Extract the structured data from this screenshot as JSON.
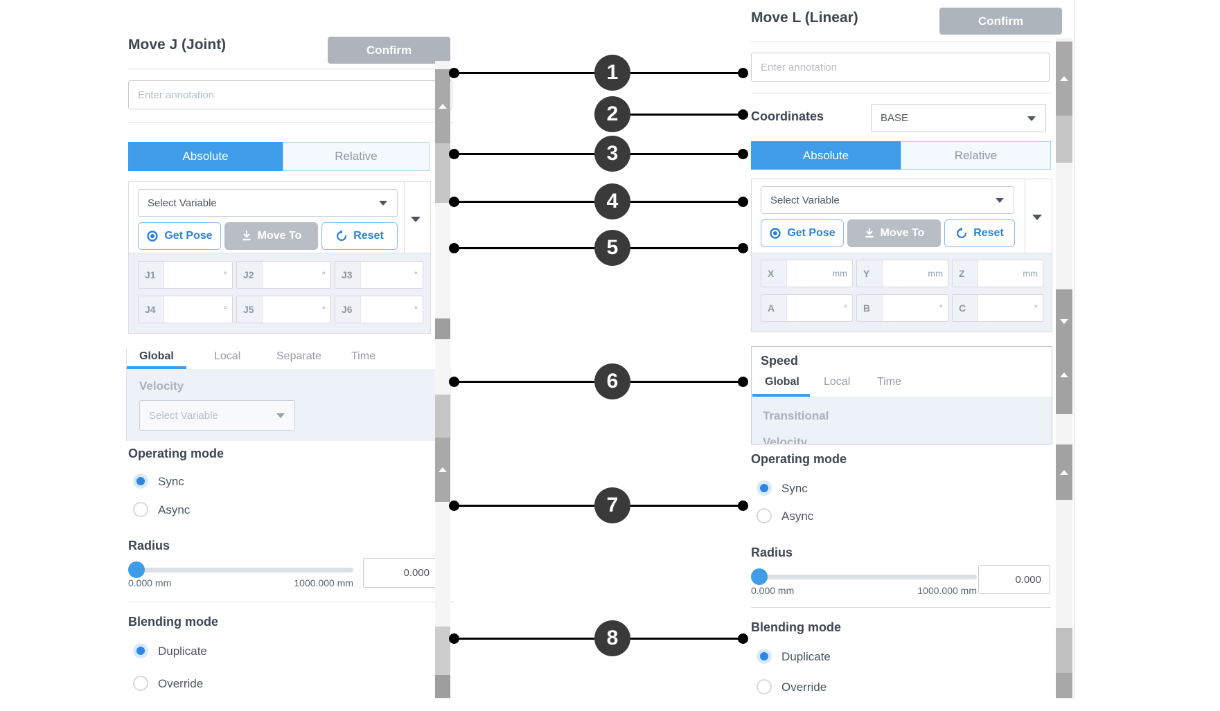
{
  "left_panel": {
    "title": "Move J (Joint)",
    "confirm_label": "Confirm",
    "annotation_placeholder": "Enter annotation",
    "mode_tabs": {
      "active": "Absolute",
      "inactive": "Relative"
    },
    "variable_select": {
      "value": "Select Variable"
    },
    "action_buttons": {
      "get_pose": "Get Pose",
      "move_to": "Move To",
      "reset": "Reset"
    },
    "joint_fields": [
      {
        "label": "J1",
        "unit": "°"
      },
      {
        "label": "J2",
        "unit": "°"
      },
      {
        "label": "J3",
        "unit": "°"
      },
      {
        "label": "J4",
        "unit": "°"
      },
      {
        "label": "J5",
        "unit": "°"
      },
      {
        "label": "J6",
        "unit": "°"
      }
    ],
    "speed_tabs": {
      "tabs": [
        "Global",
        "Local",
        "Separate",
        "Time"
      ],
      "active": "Global"
    },
    "velocity": {
      "label": "Velocity",
      "select_value": "Select Variable"
    },
    "operating_mode": {
      "label": "Operating mode",
      "options": [
        "Sync",
        "Async"
      ],
      "selected": "Sync"
    },
    "radius": {
      "label": "Radius",
      "min_label": "0.000 mm",
      "max_label": "1000.000 mm",
      "value": "0.000"
    },
    "blending_mode": {
      "label": "Blending mode",
      "options": [
        "Duplicate",
        "Override"
      ],
      "selected": "Duplicate"
    }
  },
  "right_panel": {
    "title": "Move L (Linear)",
    "confirm_label": "Confirm",
    "annotation_placeholder": "Enter annotation",
    "coordinates": {
      "label": "Coordinates",
      "value": "BASE"
    },
    "mode_tabs": {
      "active": "Absolute",
      "inactive": "Relative"
    },
    "variable_select": {
      "value": "Select Variable"
    },
    "action_buttons": {
      "get_pose": "Get Pose",
      "move_to": "Move To",
      "reset": "Reset"
    },
    "position_fields": [
      {
        "label": "X",
        "unit": "mm"
      },
      {
        "label": "Y",
        "unit": "mm"
      },
      {
        "label": "Z",
        "unit": "mm"
      }
    ],
    "orientation_fields": [
      {
        "label": "A",
        "unit": "°"
      },
      {
        "label": "B",
        "unit": "°"
      },
      {
        "label": "C",
        "unit": "°"
      }
    ],
    "speed": {
      "title": "Speed",
      "tabs": [
        "Global",
        "Local",
        "Time"
      ],
      "active": "Global",
      "transitional_label": "Transitional",
      "clipped_label": "Velocity"
    },
    "operating_mode": {
      "label": "Operating mode",
      "options": [
        "Sync",
        "Async"
      ],
      "selected": "Sync"
    },
    "radius": {
      "label": "Radius",
      "min_label": "0.000 mm",
      "max_label": "1000.000 mm",
      "value": "0.000"
    },
    "blending_mode": {
      "label": "Blending mode",
      "options": [
        "Duplicate",
        "Override"
      ],
      "selected": "Duplicate"
    }
  },
  "callouts": {
    "numbers": [
      "1",
      "2",
      "3",
      "4",
      "5",
      "6",
      "7",
      "8"
    ]
  },
  "icons": {
    "get-pose": "target-circle",
    "move-to": "download-arrow",
    "reset": "circular-arrow",
    "dropdown": "chevron-down",
    "scroll-up": "triangle-up",
    "scroll-down": "triangle-down",
    "callout-dot": "filled-circle"
  },
  "colors": {
    "accent_blue": "#3f9ce8",
    "button_blue_text": "#2d7fd8",
    "callout_dark": "#3a3a3a",
    "confirm_gray": "#aeb4bb",
    "disabled_gray": "#b9bec5",
    "panel_light": "#edf1f7"
  }
}
